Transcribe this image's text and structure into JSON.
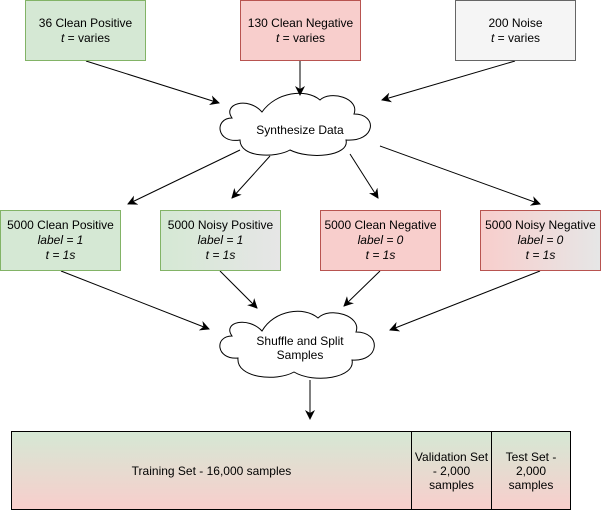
{
  "sources": [
    {
      "title": "36 Clean Positive",
      "t_prefix": "t",
      "t_value": " = varies"
    },
    {
      "title": "130 Clean Negative",
      "t_prefix": "t",
      "t_value": " = varies"
    },
    {
      "title": "200 Noise",
      "t_prefix": "t",
      "t_value": " = varies"
    }
  ],
  "synth": {
    "label": "Synthesize Data"
  },
  "datasets": [
    {
      "title": "5000 Clean Positive",
      "label": "label = 1",
      "t": "t = 1s"
    },
    {
      "title": "5000 Noisy Positive",
      "label": "label = 1",
      "t": "t = 1s"
    },
    {
      "title": "5000 Clean Negative",
      "label": "label = 0",
      "t": "t = 1s"
    },
    {
      "title": "5000 Noisy Negative",
      "label": "label = 0",
      "t": "t = 1s"
    }
  ],
  "shuffle": {
    "label": "Shuffle and Split Samples"
  },
  "splits": [
    {
      "label": "Training Set - 16,000 samples"
    },
    {
      "label": "Validation Set - 2,000 samples"
    },
    {
      "label": "Test Set - 2,000 samples"
    }
  ]
}
